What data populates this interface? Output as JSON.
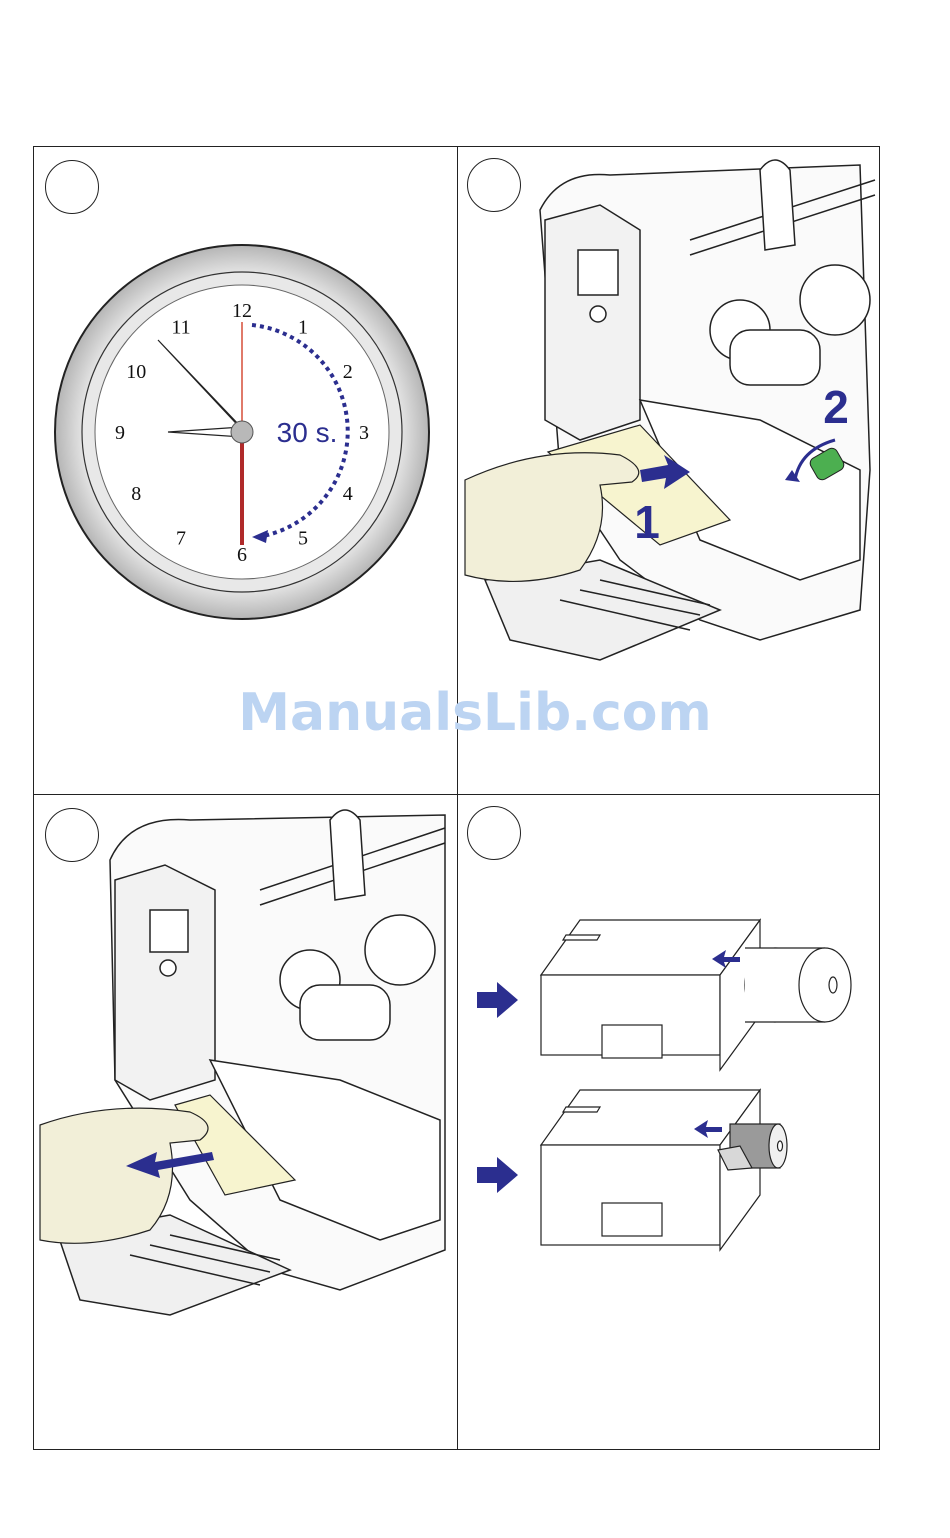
{
  "panels": [
    {
      "id": "panel-1",
      "kind": "clock"
    },
    {
      "id": "panel-2",
      "kind": "printer-insert"
    },
    {
      "id": "panel-3",
      "kind": "printer-remove"
    },
    {
      "id": "panel-4",
      "kind": "roll-loading"
    }
  ],
  "clock": {
    "numbers": [
      "12",
      "1",
      "2",
      "3",
      "4",
      "5",
      "6",
      "7",
      "8",
      "9",
      "10",
      "11"
    ],
    "wait_label": "30 s."
  },
  "panel2": {
    "step_one": "1",
    "step_two": "2"
  },
  "watermark": "ManualsLib.com",
  "colors": {
    "accent_blue": "#2b2e8f",
    "paper": "#f7f4cf",
    "hand": "#f2efd8",
    "lever": "#4caf50",
    "clock_red": "#b02a2a"
  }
}
